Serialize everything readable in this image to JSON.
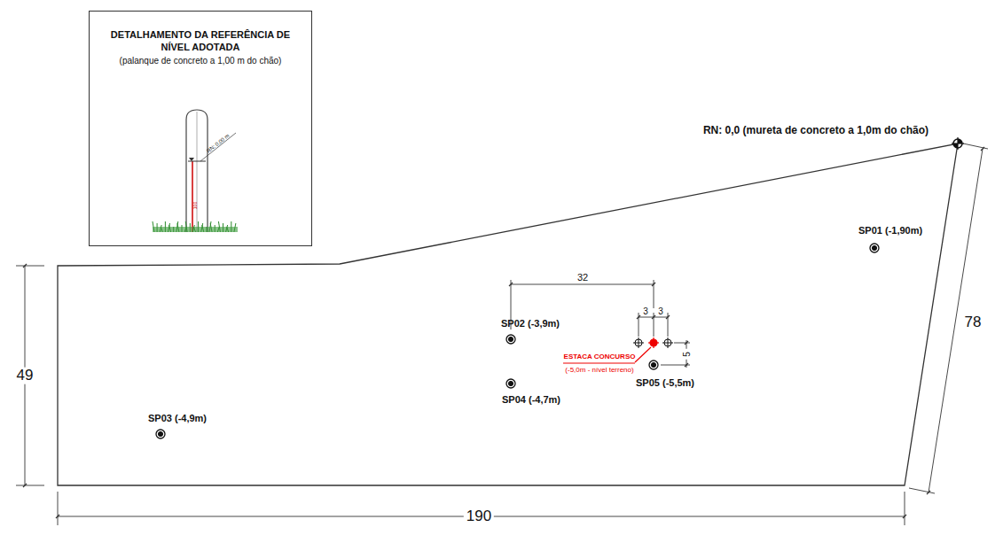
{
  "diagram": {
    "nodes": [
      {
        "text": [
          "DETALHAMENTO DA REFERÊNCIA DE NÍVEL ADOTADA",
          "(palanque de concreto a 1,00 m do chão)"
        ]
      }
    ],
    "labels": [
      "RN: 0,00 m",
      "100",
      "RN: 0,0 (mureta de concreto a 1,0m do chão)",
      "SP01 (-1,90m)",
      "SP02 (-3,9m)",
      "SP04 (-4,7m)",
      "SP03 (-4,9m)",
      "SP05 (-5,5m)",
      "ESTACA CONCURSO",
      "(-5,0m - nível terreno)",
      "32",
      "3",
      "3",
      "5",
      "49",
      "78",
      "190"
    ]
  }
}
